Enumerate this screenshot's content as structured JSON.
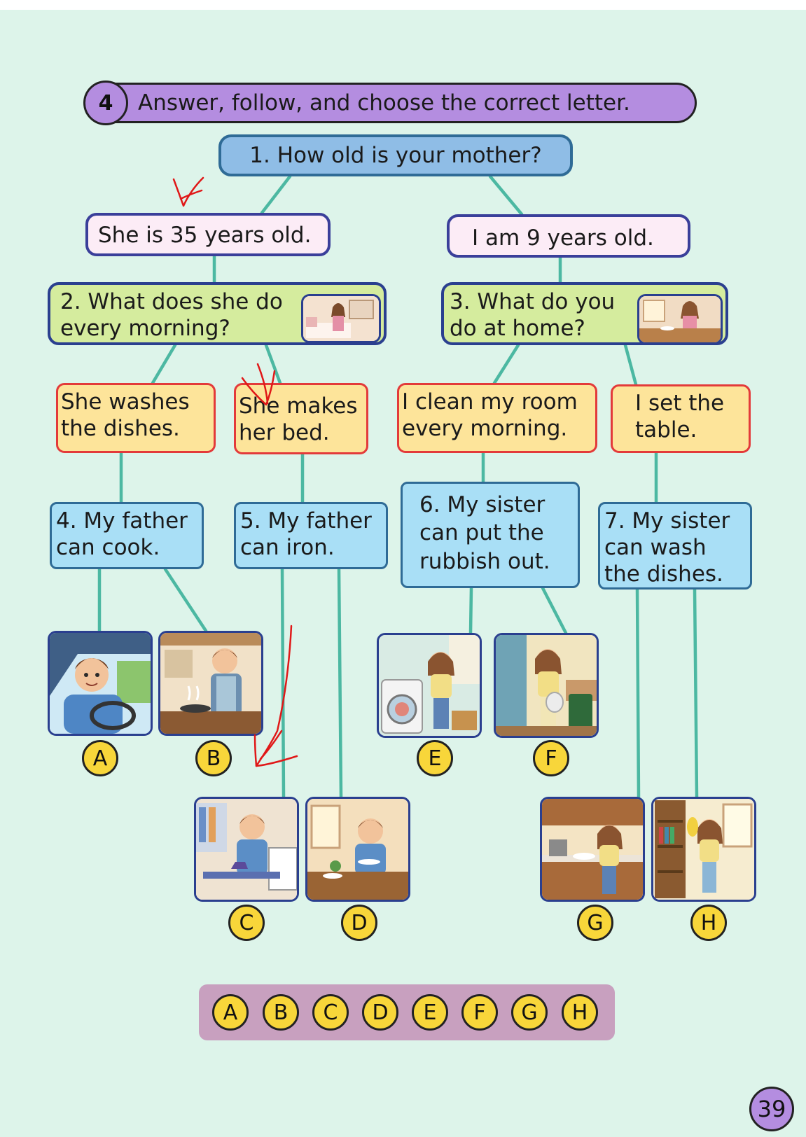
{
  "instruction": {
    "number": "4",
    "text": "Answer, follow, and choose the correct letter."
  },
  "question1": "1. How old is your mother?",
  "answers": {
    "mother_age": "She is 35 years old.",
    "my_age": "I am 9 years old."
  },
  "question2": {
    "line1": "2. What does she do",
    "line2": "every morning?"
  },
  "question3": {
    "line1": "3. What do you",
    "line2": "do at home?"
  },
  "responses": {
    "washes_dishes": {
      "line1": "She washes",
      "line2": "the dishes."
    },
    "makes_bed": {
      "line1": "She makes",
      "line2": "her bed."
    },
    "clean_room": {
      "line1": "I clean my room",
      "line2": "every morning."
    },
    "set_table": {
      "line1": "I set the",
      "line2": "table."
    }
  },
  "statements": {
    "s4": {
      "line1": "4. My father",
      "line2": "can cook."
    },
    "s5": {
      "line1": "5. My father",
      "line2": "can iron."
    },
    "s6": {
      "line1": "6. My sister",
      "line2": "can put the",
      "line3": "rubbish out."
    },
    "s7": {
      "line1": "7. My sister",
      "line2": "can wash",
      "line3": "the dishes."
    }
  },
  "pictures": [
    {
      "letter": "A",
      "icon": "man-driving-car"
    },
    {
      "letter": "B",
      "icon": "man-cooking"
    },
    {
      "letter": "C",
      "icon": "man-ironing"
    },
    {
      "letter": "D",
      "icon": "man-setting-table"
    },
    {
      "letter": "E",
      "icon": "girl-washing-machine"
    },
    {
      "letter": "F",
      "icon": "girl-taking-out-rubbish"
    },
    {
      "letter": "G",
      "icon": "girl-washing-dishes"
    },
    {
      "letter": "H",
      "icon": "girl-dusting-shelves"
    }
  ],
  "answer_bank": [
    "A",
    "B",
    "C",
    "D",
    "E",
    "F",
    "G",
    "H"
  ],
  "page_number": "39",
  "colors": {
    "page_background": "#ddf4ea",
    "header_purple": "#b48de0",
    "question_blue": "#8fbde6",
    "answer_pink": "#fcecf6",
    "question_green": "#d5ec9e",
    "response_yellow": "#fde49a",
    "response_border_red": "#e33a3a",
    "statement_blue": "#a9dff6",
    "letter_yellow": "#f8d63a",
    "connector_teal": "#4cb8a2",
    "bank_mauve": "#c8a0bf",
    "pen_red": "#e01818"
  }
}
